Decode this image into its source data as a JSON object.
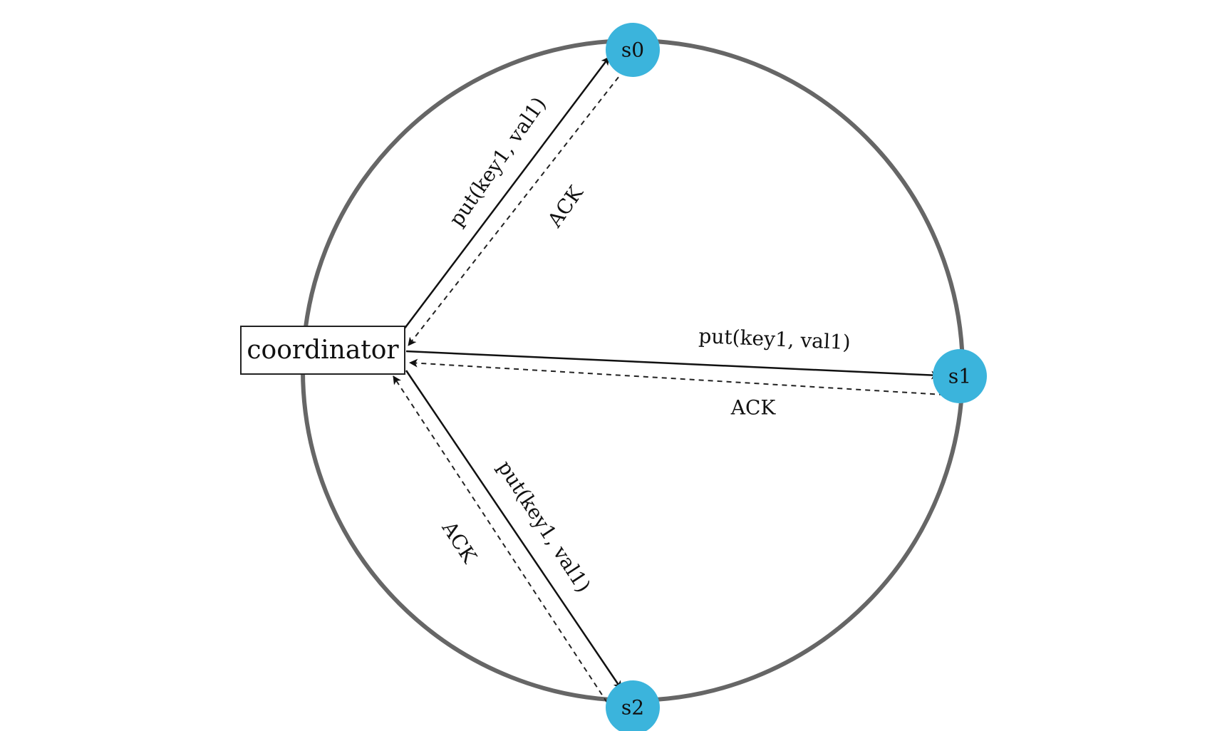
{
  "coordinator": {
    "label": "coordinator"
  },
  "nodes": [
    {
      "id": "s0",
      "label": "s0",
      "color": "#3bb4dc"
    },
    {
      "id": "s1",
      "label": "s1",
      "color": "#3bb4dc"
    },
    {
      "id": "s2",
      "label": "s2",
      "color": "#3bb4dc"
    }
  ],
  "messages": {
    "put_label": "put(key1, val1)",
    "ack_label": "ACK"
  },
  "colors": {
    "ring": "#666666",
    "node": "#3bb4dc",
    "arrow": "#111111"
  }
}
